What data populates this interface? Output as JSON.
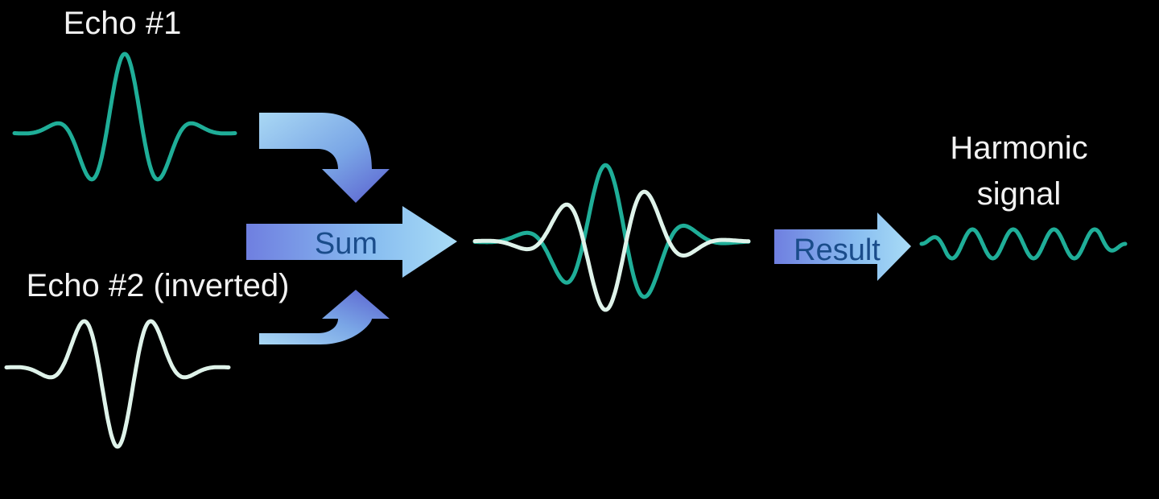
{
  "labels": {
    "echo1": "Echo #1",
    "echo2": "Echo #2 (inverted)",
    "sum": "Sum",
    "result": "Result",
    "harmonic_line1": "Harmonic",
    "harmonic_line2": "signal"
  },
  "colors": {
    "background": "#000000",
    "echo1_wave": "#1fae98",
    "echo2_wave": "#dff3ea",
    "harmonic_wave": "#1fae98",
    "arrow_light": "#a9d8f4",
    "arrow_mid": "#7aa6e6",
    "arrow_dark": "#5a5fcf",
    "arrow_text": "#1a4c8a",
    "label_text": "#f2f2f2"
  }
}
